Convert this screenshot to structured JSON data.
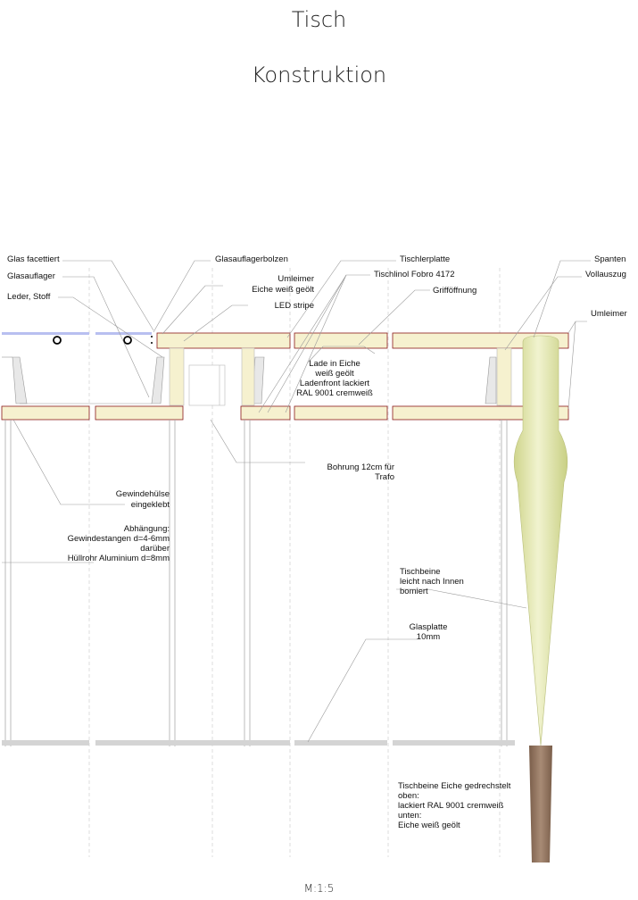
{
  "title": "Tisch",
  "subtitle": "Konstruktion",
  "scale": "M:1:5",
  "labels": {
    "glas_facettiert": "Glas facettiert",
    "glasauflager": "Glasauflager",
    "leder_stoff": "Leder, Stoff",
    "glasauflagerbolzen": "Glasauflagerbolzen",
    "umleimer_eiche_1": "Umleimer",
    "umleimer_eiche_2": "Eiche weiß geölt",
    "led_stripe": "LED stripe",
    "tischlerplatte": "Tischlerplatte",
    "tischlinol": "Tischlinol Fobro 4172",
    "grifföffnung": "Grifföffnung",
    "spanten": "Spanten",
    "vollauszug": "Vollauszug",
    "umleimer": "Umleimer",
    "lade_1": "Lade in Eiche",
    "lade_2": "weiß geölt",
    "lade_3": "Ladenfront lackiert",
    "lade_4": "RAL 9001 cremweiß",
    "bohrung_1": "Bohrung 12cm für",
    "bohrung_2": "Trafo",
    "gewinde_1": "Gewindehülse",
    "gewinde_2": "eingeklebt",
    "abh_1": "Abhängung:",
    "abh_2": "Gewindestangen d=4-6mm",
    "abh_3": "darüber",
    "abh_4": "Hüllrohr Aluminium d=8mm",
    "tb_1": "Tischbeine",
    "tb_2": "leicht nach Innen",
    "tb_3": "bomiert",
    "glasplatte_1": "Glasplatte",
    "glasplatte_2": "10mm",
    "tbe_1": "Tischbeine Eiche gedrechstelt",
    "tbe_2": "oben:",
    "tbe_3": "lackiert RAL 9001 cremweiß",
    "tbe_4": "unten:",
    "tbe_5": "Eiche weiß geölt"
  },
  "colors": {
    "wood": "#f6f1cf",
    "edge": "#8b1a1a",
    "glass": "#b8bff0",
    "leg_top": "#dfe5a8",
    "leg_bottom": "#8c6e58",
    "lines": "#bbbbbb",
    "shelf": "#d4d4d4"
  }
}
